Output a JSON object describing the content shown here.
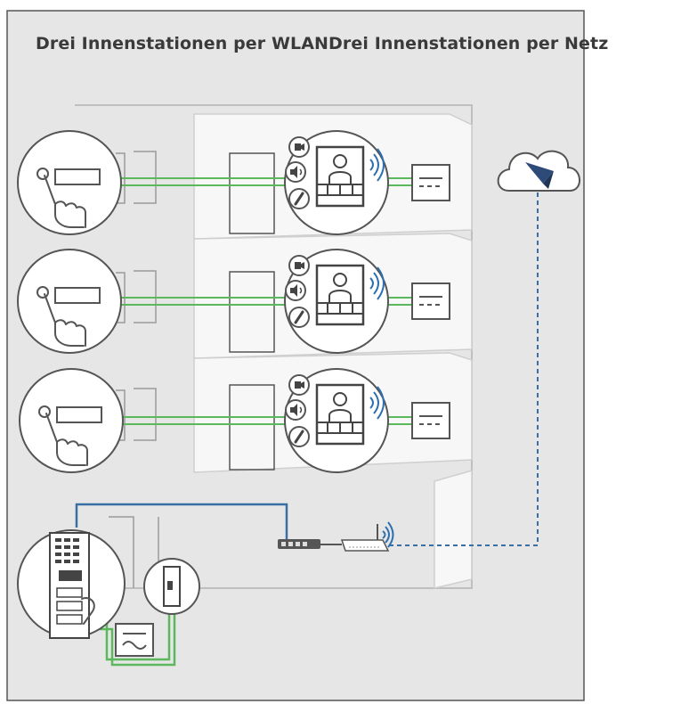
{
  "title": "Drei Innenstationen per WLANDrei Innenstationen per Netz",
  "floors": [
    {
      "name": "floor-1"
    },
    {
      "name": "floor-2"
    },
    {
      "name": "floor-3"
    }
  ],
  "colors": {
    "background_panel": "#e6e6e6",
    "building": "#f7f7f7",
    "wire_green": "#5cb85c",
    "network_blue": "#3a6fa5",
    "wifi_blue": "#2e6fb0",
    "cloud_logo": "#2d4a78",
    "outline": "#555555"
  },
  "icons": [
    "doorbell-press-icon",
    "camera-icon",
    "speaker-icon",
    "microphone-icon",
    "indoor-monitor-icon",
    "wifi-icon",
    "power-supply-icon",
    "cloud-icon",
    "network-switch-icon",
    "router-icon",
    "door-opener-icon",
    "outdoor-intercom-panel-icon"
  ]
}
